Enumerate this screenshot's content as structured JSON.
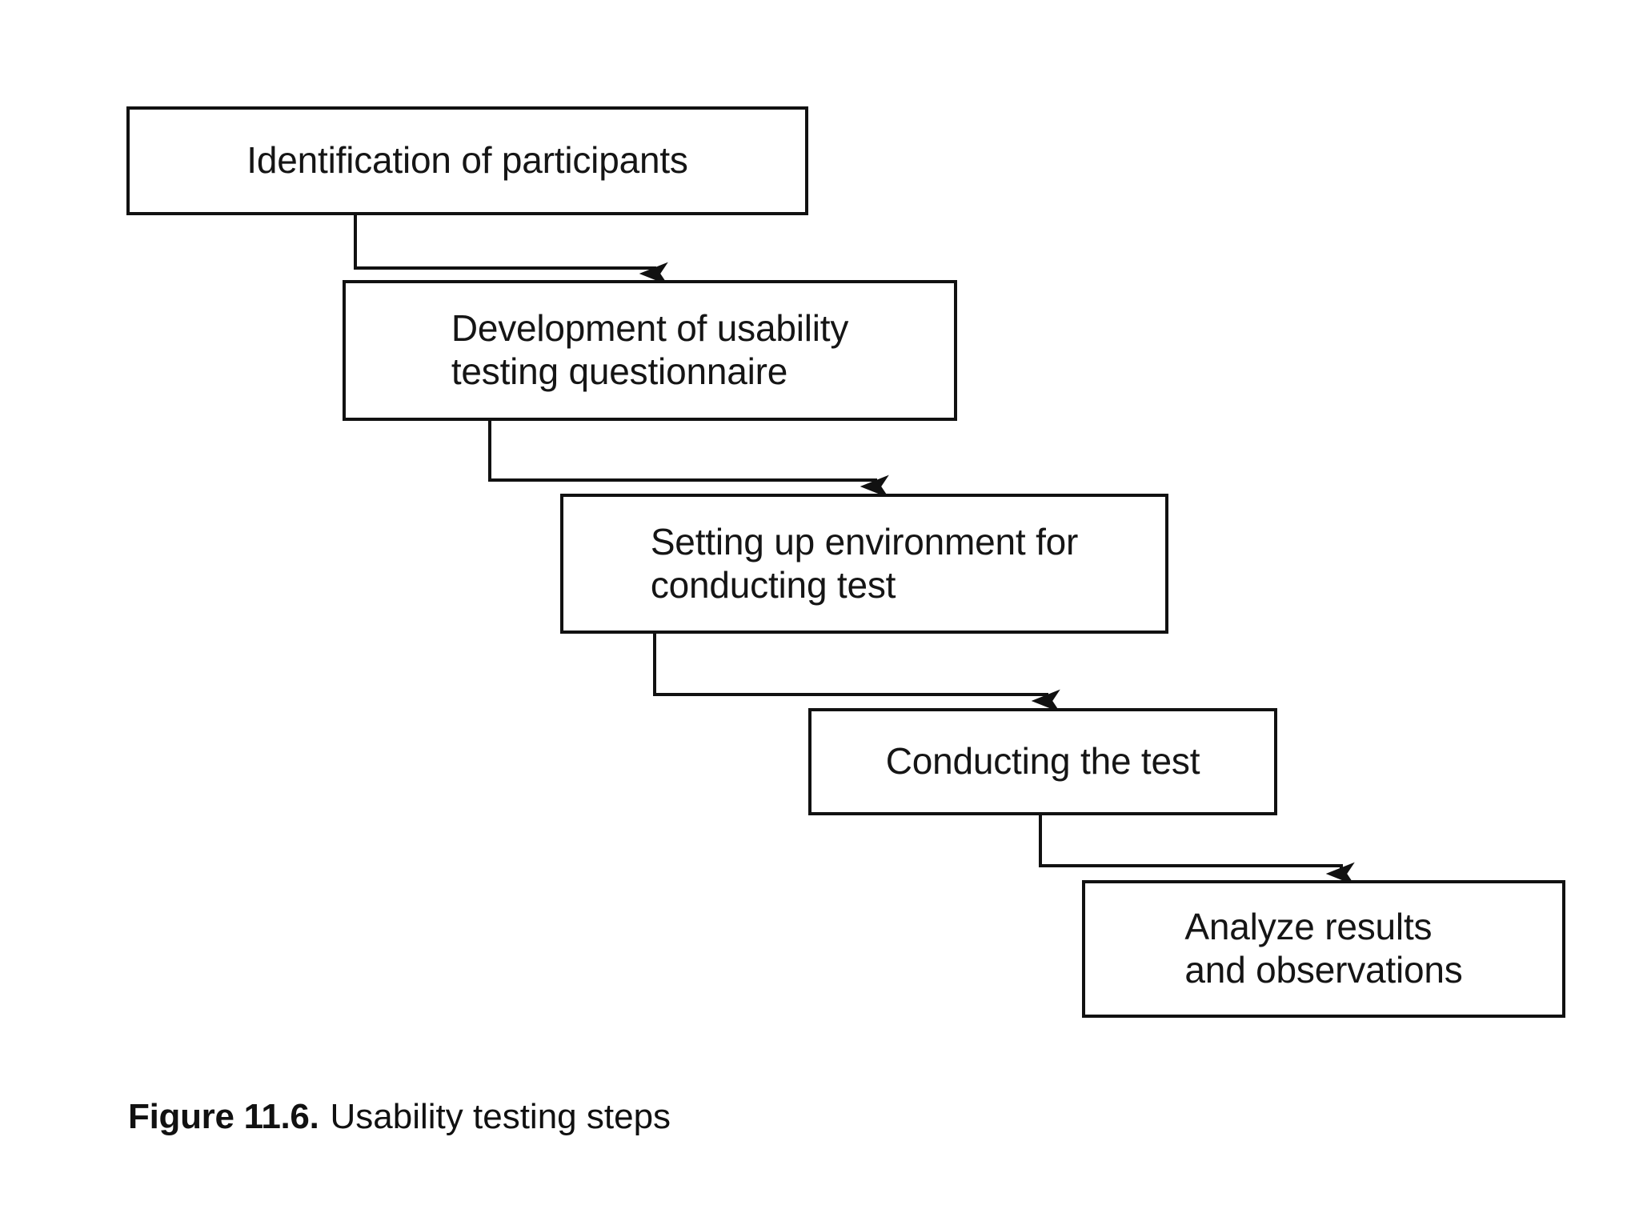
{
  "figure": {
    "caption_label": "Figure 11.6.",
    "caption_text": "Usability testing steps",
    "background_color": "#ffffff",
    "line_color": "#111111",
    "text_color": "#151515"
  },
  "diagram": {
    "type": "flowchart",
    "orientation": "cascading-stepped-down-right",
    "steps": [
      {
        "id": "step-1",
        "label": "Identification of participants"
      },
      {
        "id": "step-2",
        "label": "Development of usability\ntesting questionnaire"
      },
      {
        "id": "step-3",
        "label": "Setting up environment for\nconducting test"
      },
      {
        "id": "step-4",
        "label": "Conducting the test"
      },
      {
        "id": "step-5",
        "label": "Analyze results\nand observations"
      }
    ],
    "connectors": [
      {
        "id": "connector-1-2",
        "from": "step-1",
        "to": "step-2",
        "style": "elbow-arrow"
      },
      {
        "id": "connector-2-3",
        "from": "step-2",
        "to": "step-3",
        "style": "elbow-arrow"
      },
      {
        "id": "connector-3-4",
        "from": "step-3",
        "to": "step-4",
        "style": "elbow-arrow"
      },
      {
        "id": "connector-4-5",
        "from": "step-4",
        "to": "step-5",
        "style": "elbow-arrow"
      }
    ]
  }
}
